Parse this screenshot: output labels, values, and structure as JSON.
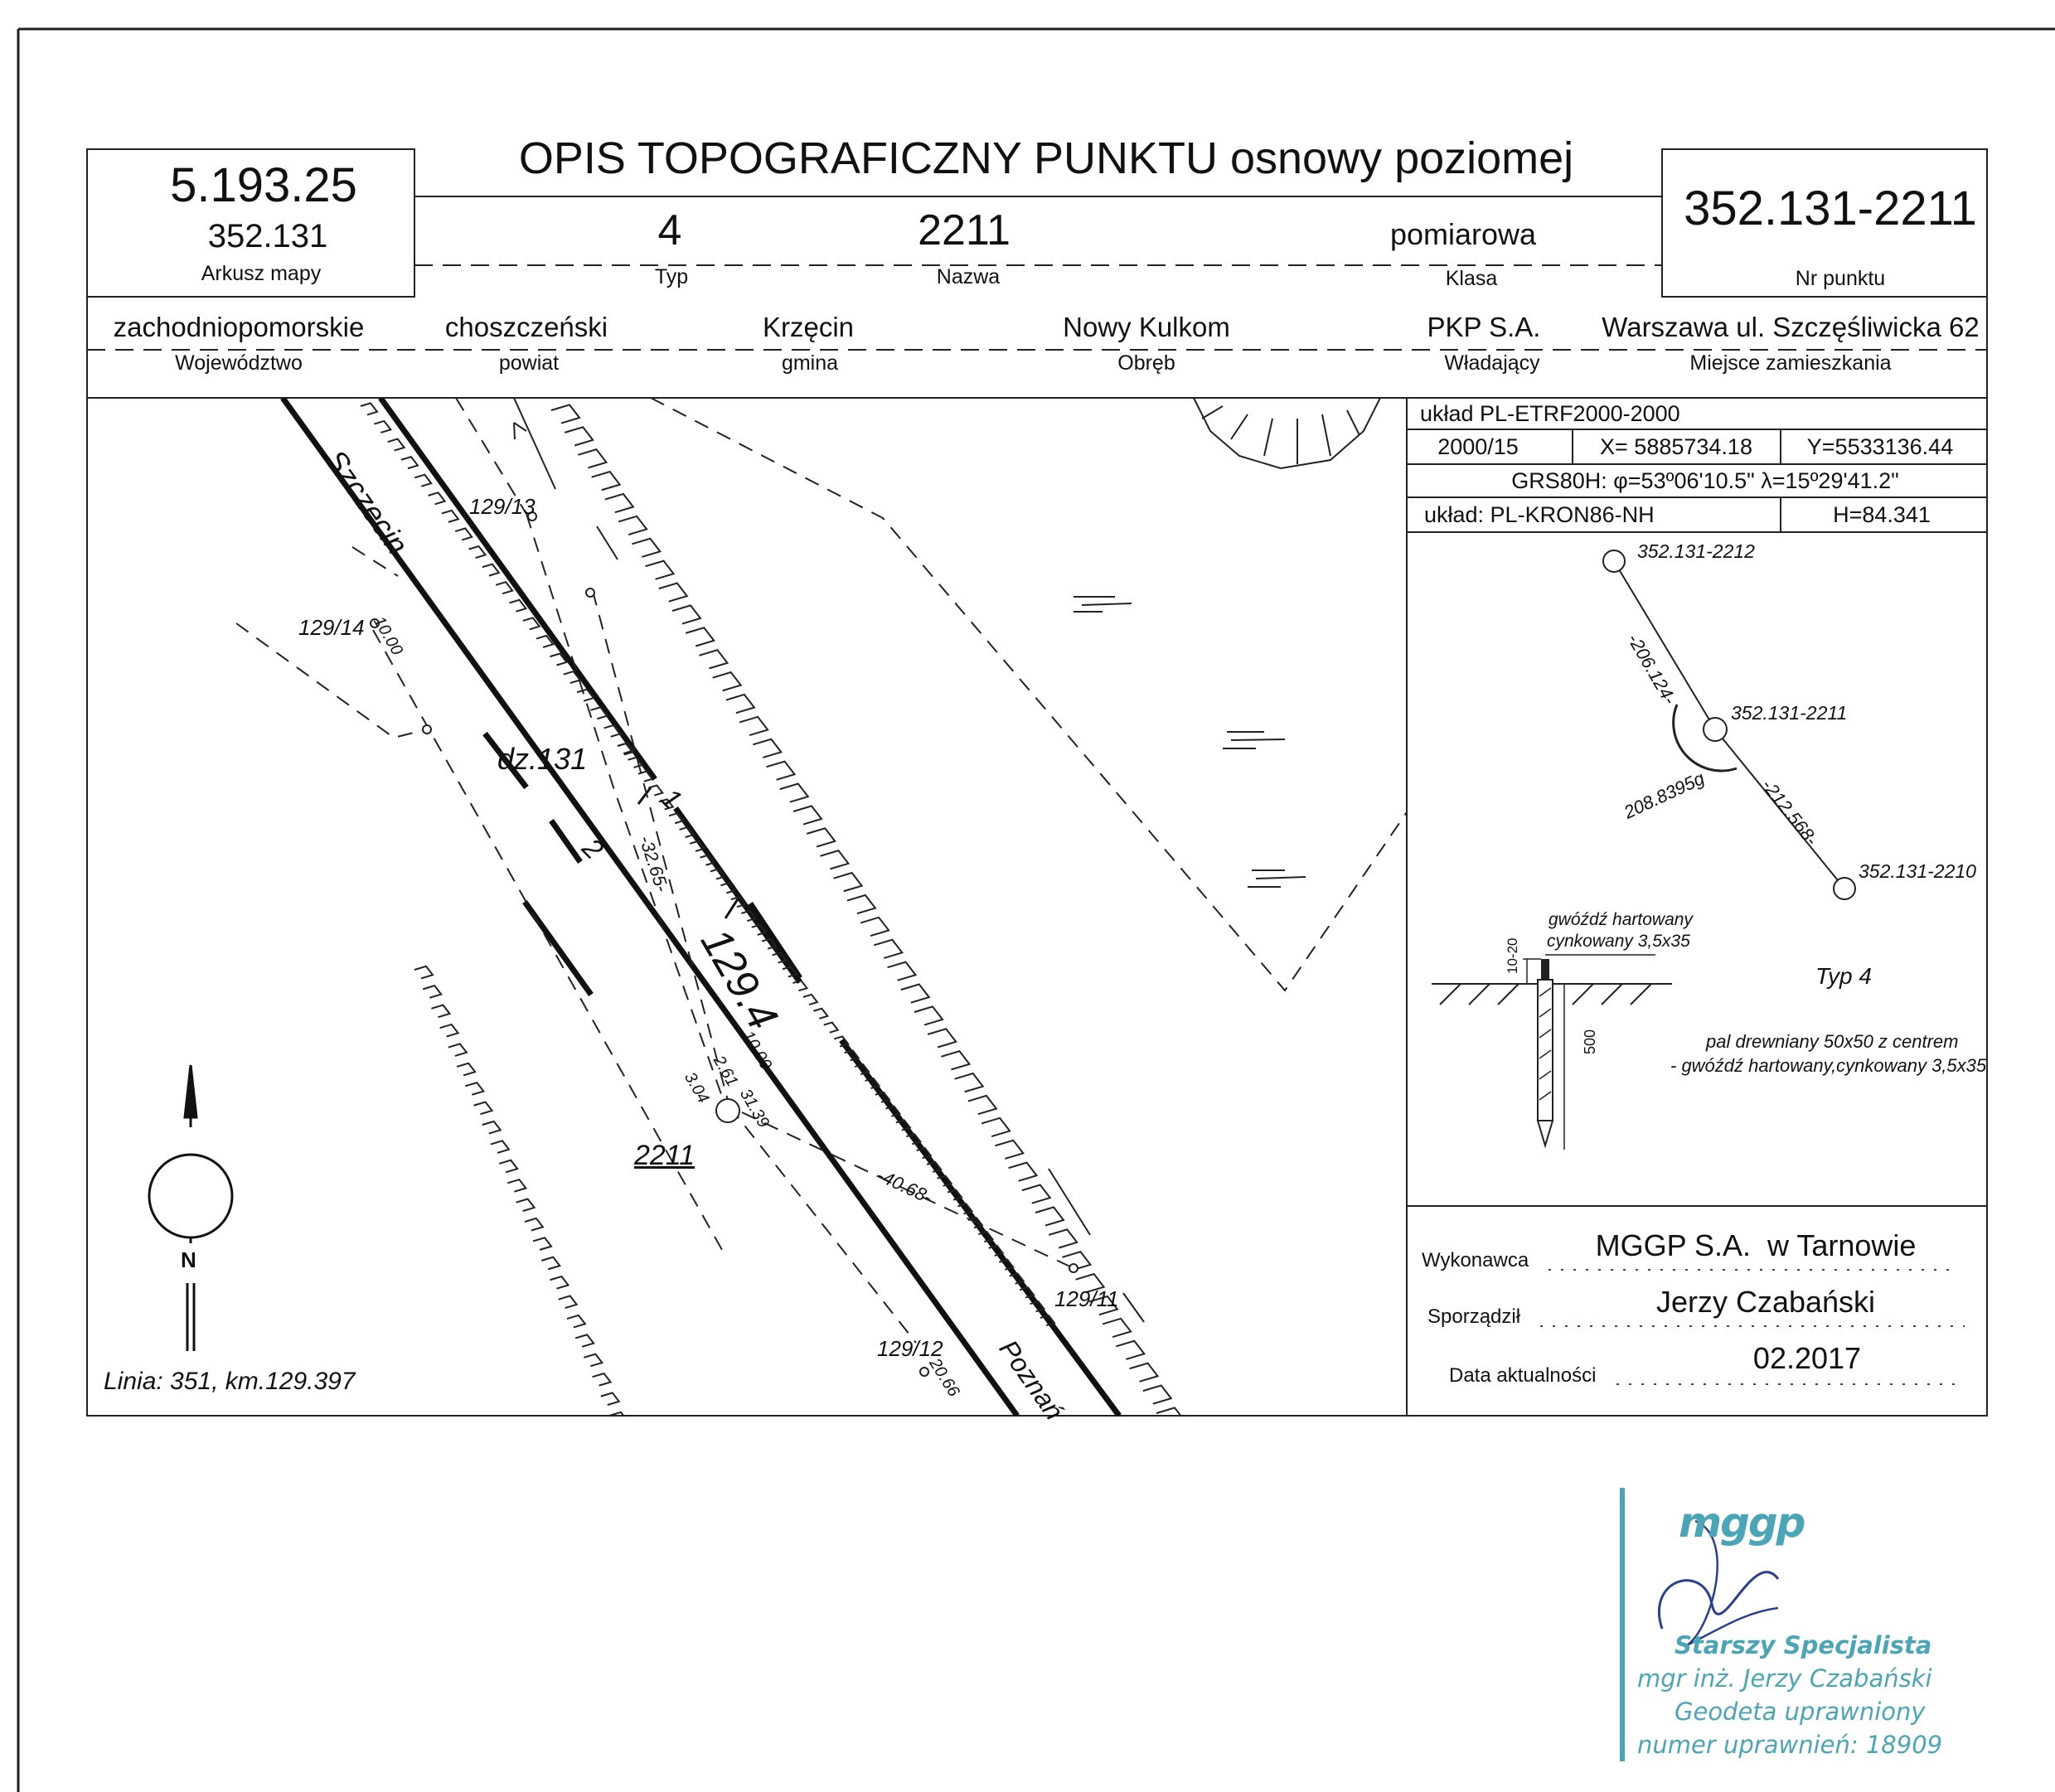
{
  "header": {
    "title": "OPIS TOPOGRAFICZNY PUNKTU osnowy poziomej",
    "map_sheet": {
      "top": "5.193.25",
      "sub": "352.131",
      "label": "Arkusz mapy"
    },
    "point_no": {
      "value": "352.131-2211",
      "label": "Nr punktu"
    },
    "typ": {
      "value": "4",
      "label": "Typ"
    },
    "nazwa": {
      "value": "2211",
      "label": "Nazwa"
    },
    "klasa": {
      "value": "pomiarowa",
      "label": "Klasa"
    }
  },
  "admin": {
    "wojewodztwo": {
      "value": "zachodniopomorskie",
      "label": "Województwo"
    },
    "powiat": {
      "value": "choszczeński",
      "label": "powiat"
    },
    "gmina": {
      "value": "Krzęcin",
      "label": "gmina"
    },
    "obreb": {
      "value": "Nowy Kulkom",
      "label": "Obręb"
    },
    "wladajacy": {
      "value": "PKP S.A.",
      "label": "Władający"
    },
    "miejsce": {
      "value": "Warszawa ul. Szczęśliwicka 62",
      "label": "Miejsce zamieszkania"
    }
  },
  "coords": {
    "system": "układ PL-ETRF2000-2000",
    "zone": "2000/15",
    "x": "X= 5885734.18",
    "y": "Y=5533136.44",
    "grs": "GRS80H: φ=53º06'10.5\" λ=15º29'41.2\"",
    "height_system": "układ: PL-KRON86-NH",
    "h": "H=84.341"
  },
  "diagram": {
    "p_top": "352.131-2212",
    "p_center": "352.131-2211",
    "p_bottom": "352.131-2210",
    "d_top": "-206.124-",
    "d_bottom": "-212.568-",
    "angle": "208.8395g",
    "nail_label_1": "gwóźdź hartowany",
    "nail_label_2": "cynkowany 3,5x35",
    "dim_1020": "10-20",
    "dim_500": "500",
    "typ": "Typ 4",
    "desc_1": "pal drewniany 50x50 z centrem",
    "desc_2": "- gwóźdź hartowany,cynkowany 3,5x35"
  },
  "map": {
    "szczecin": "Szczecin",
    "poznan": "Poznań",
    "p12913": "129/13",
    "p12914": "129/14",
    "p12911": "129/11",
    "p12912": "129/12",
    "dz": "dz.131",
    "n1": "1",
    "n2": "2",
    "km": "129.4",
    "d1000a": "10.00",
    "d1000b": "10.00",
    "d3265": "-32.65-",
    "d4068": "-40.68-",
    "d2066": "20.66",
    "d304": "3.04",
    "d261": "2.61",
    "d3139": "31.39",
    "point": "2211",
    "linia": "Linia: 351, km.129.397",
    "north": "N"
  },
  "footer": {
    "wykonawca_label": "Wykonawca",
    "wykonawca": "MGGP S.A.  w Tarnowie",
    "sporzadzil_label": "Sporządził",
    "sporzadzil": "Jerzy Czabański",
    "data_label": "Data aktualności",
    "data": "02.2017"
  },
  "stamp": {
    "logo": "mggp",
    "line1": "Starszy Specjalista",
    "line2": "mgr inż. Jerzy Czabański",
    "line3": "Geodeta uprawniony",
    "line4": "numer uprawnień: 18909",
    "color": "#4aa6b6"
  }
}
